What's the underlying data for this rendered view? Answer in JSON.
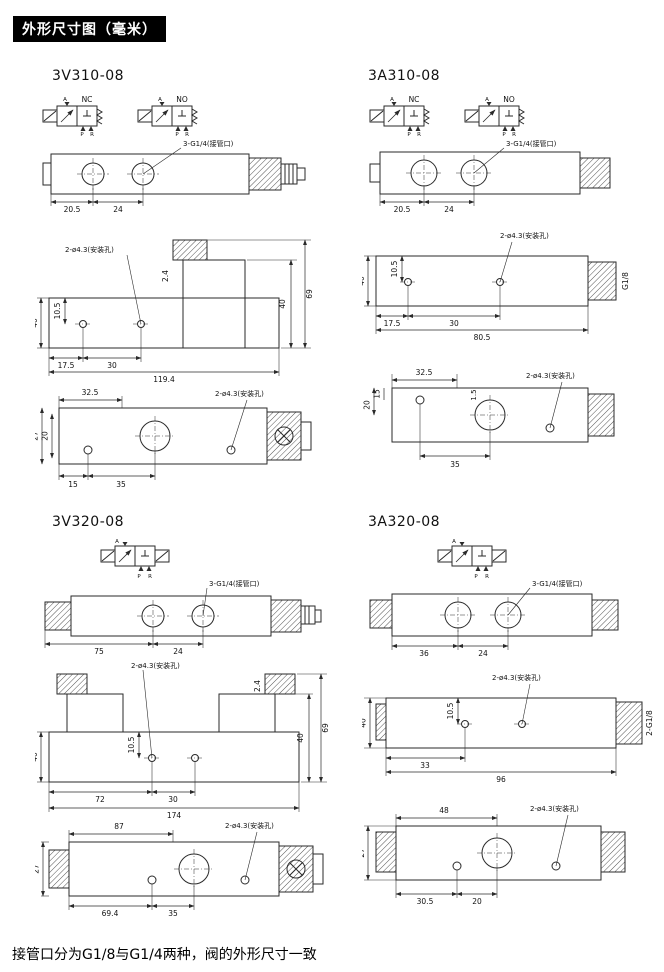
{
  "page": {
    "title": "外形尺寸图（毫米）",
    "footer": "接管口分为G1/8与G1/4两种，阀的外形尺寸一致"
  },
  "shared": {
    "port_label": "3-G1/4(接管口)",
    "mount_label": "2-ø4.3(安装孔)",
    "nc": "NC",
    "no": "NO",
    "port_a": "A",
    "port_p": "P",
    "port_r": "R"
  },
  "v310": {
    "title": "3V310-08",
    "top": {
      "d_left": "20.5",
      "d_pitch": "24"
    },
    "side": {
      "d_offset": "2.4",
      "d_top": "10.5",
      "d_body_h": "40",
      "d_sol_h": "40",
      "d_total_h": "69",
      "d_hole1": "17.5",
      "d_hole2": "30",
      "d_total": "119.4"
    },
    "bottom": {
      "d_top": "32.5",
      "d_h1": "27",
      "d_h2": "20",
      "d_b1": "15",
      "d_b2": "35"
    }
  },
  "a310": {
    "title": "3A310-08",
    "top": {
      "d_left": "20.5",
      "d_pitch": "24"
    },
    "side": {
      "d_top": "10.5",
      "thread": "G1/8",
      "d_body_h": "40",
      "d_hole1": "17.5",
      "d_hole2": "30",
      "d_total": "80.5"
    },
    "bottom": {
      "d_top": "32.5",
      "d_off": "1.5",
      "d_h1": "15",
      "d_h2": "20",
      "d_b1": "35"
    }
  },
  "v320": {
    "title": "3V320-08",
    "top": {
      "d_left": "75",
      "d_pitch": "24"
    },
    "side": {
      "d_top": "10.5",
      "d_offset": "2.4",
      "d_body_h": "40",
      "d_sol_h": "40",
      "d_total_h": "69",
      "d_hole1": "72",
      "d_hole2": "30",
      "d_total": "174"
    },
    "bottom": {
      "d_top": "87",
      "d_h1": "27",
      "d_b1": "69.4",
      "d_b2": "35"
    }
  },
  "a320": {
    "title": "3A320-08",
    "top": {
      "d_left": "36",
      "d_pitch": "24"
    },
    "side": {
      "d_top": "10.5",
      "thread": "2-G1/8",
      "d_body_h": "40",
      "d_hole1": "33",
      "d_total": "96"
    },
    "bottom": {
      "d_top": "48",
      "d_h1": "27",
      "d_b1": "30.5",
      "d_b2": "20"
    }
  }
}
